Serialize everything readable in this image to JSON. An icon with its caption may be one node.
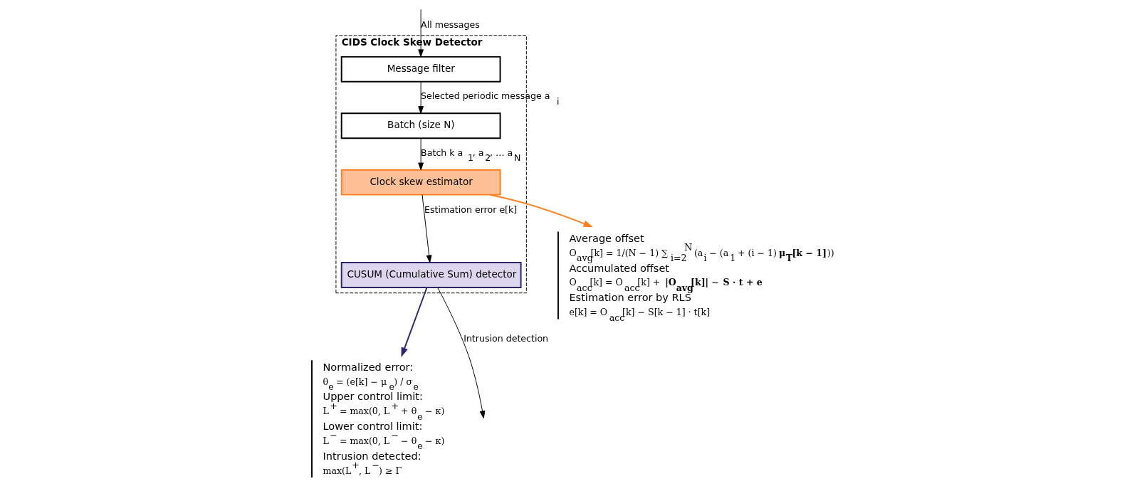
{
  "diagram": {
    "nodes": [
      {
        "text": [
          "CIDS Clock Skew Detector"
        ]
      },
      {
        "text": [
          "Message filter"
        ],
        "in": 0
      },
      {
        "text": [
          "Batch (size N)"
        ],
        "in": 0
      },
      {
        "text": [
          "Clock skew estimator"
        ],
        "in": 0
      },
      {
        "text": [
          "CUSUM (Cumulative Sum) detector"
        ],
        "in": 0
      },
      {
        "text": [
          "Average offset",
          "O$_{avg}$[k] = 1/(N − 1) ∑$_{i=2}$$^{N}$ (a$_{i}$ − (a$_{1}$ + (i − 1)**μ$_{T}$[k − 1]**))",
          "Accumulated offset",
          "O$_{acc}$[k] = O$_{acc}$[k] + **|O$_{avg}$[k]|** ~ **S · t + e**",
          "Estimation error by RLS",
          "e[k] = O$_{acc}$[k] − S[k − 1] · t[k]"
        ]
      },
      {
        "text": [
          "Normalized error:",
          "θ$_{e}$ = (e[k] − μ$_{e}$) / σ$_{e}$",
          "Upper control limit:",
          "L$^{+}$ = max(0, L$^{+}$ + θ$_{e}$ − κ)",
          "Lower control limit:",
          "L$^{−}$ = max(0, L$^{−}$ − θ$_{e}$ − κ)",
          "Intrusion detected:",
          "max(L$^{+}$, L$^{−}$) ≥ Γ"
        ]
      }
    ],
    "edges": [
      {
        "from": null,
        "to": 1,
        "arrow": "to",
        "label": "All messages"
      },
      {
        "from": 1,
        "to": 2,
        "arrow": "to",
        "label": "Selected periodic message a$_{i}$"
      },
      {
        "from": 2,
        "to": 3,
        "arrow": "to",
        "label": "Batch k a$_{1}$, a$_{2}$, … a$_{N}$"
      },
      {
        "from": 3,
        "to": 4,
        "arrow": "to",
        "label": "Estimation error e[k]"
      },
      {
        "from": 4,
        "to": null,
        "arrow": "to",
        "label": "Intrusion detection"
      },
      {
        "from": 3,
        "to": 5,
        "arrow": "to",
        "color": "#ff7f1e"
      },
      {
        "from": 4,
        "to": 6,
        "arrow": "to",
        "color": "#2e2467"
      }
    ]
  }
}
